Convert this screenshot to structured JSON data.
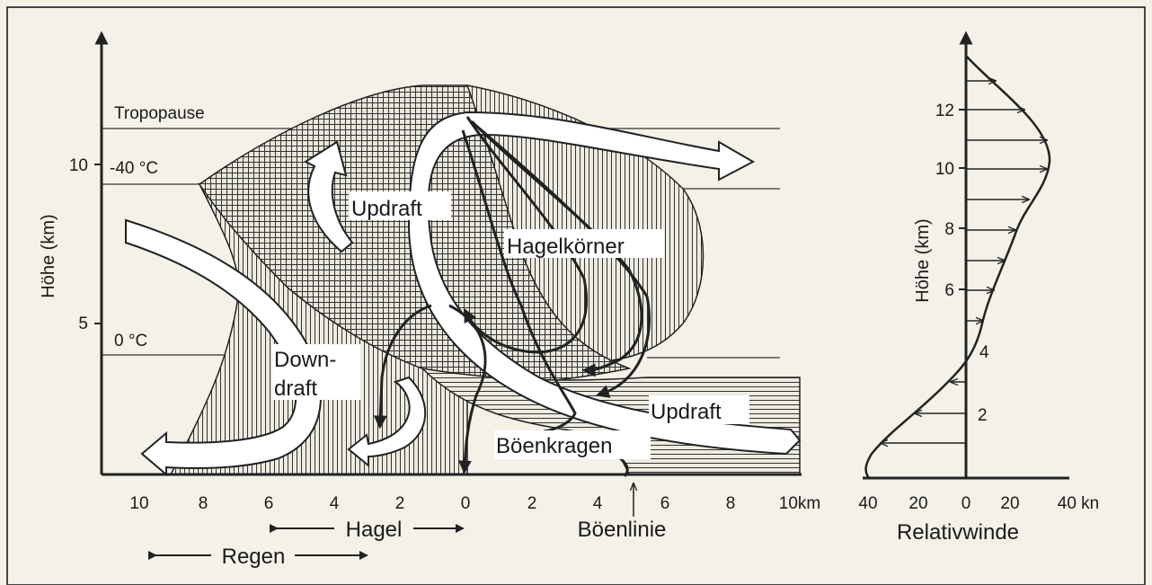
{
  "main_chart": {
    "y_axis_label": "Höhe (km)",
    "y_ticks": [
      "10",
      "5"
    ],
    "x_ticks": [
      "10",
      "8",
      "6",
      "4",
      "2",
      "0",
      "2",
      "4",
      "6",
      "8",
      "10km"
    ],
    "levels": {
      "tropopause": "Tropopause",
      "minus40": "-40 °C",
      "zero": "0 °C"
    },
    "labels": {
      "updraft_top": "Updraft",
      "hail": "Hagelkörner",
      "downdraft_1": "Down-",
      "downdraft_2": "draft",
      "updraft_inflow": "Updraft",
      "gust_collar": "Böenkragen",
      "gust_line": "Böenlinie"
    },
    "ranges": {
      "hail": "Hagel",
      "rain": "Regen"
    }
  },
  "wind_profile": {
    "y_axis_label": "Höhe (km)",
    "y_ticks": [
      "12",
      "10",
      "8",
      "6",
      "4",
      "2"
    ],
    "x_ticks": [
      "40",
      "20",
      "0",
      "20",
      "40 kn"
    ],
    "x_axis_label": "Relativwinde"
  }
}
